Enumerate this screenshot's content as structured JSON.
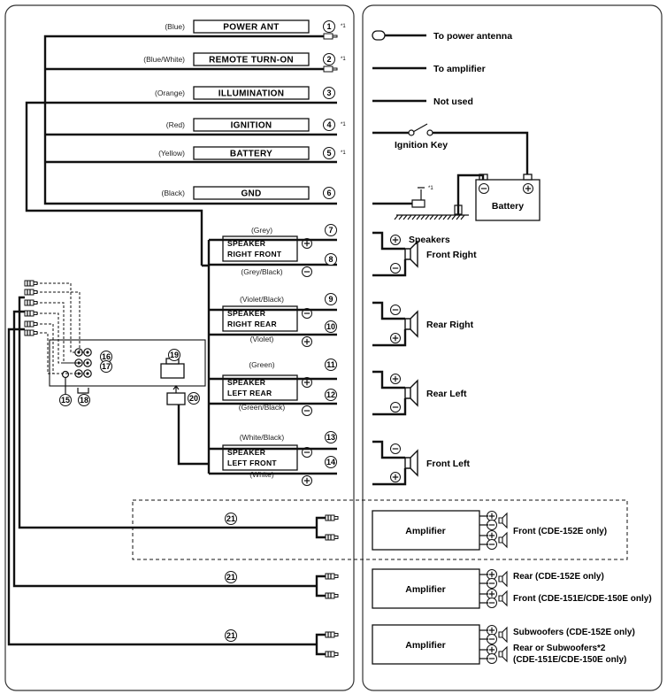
{
  "connectors": [
    {
      "n": "1",
      "color": "(Blue)",
      "label": "POWER ANT",
      "note": "*1"
    },
    {
      "n": "2",
      "color": "(Blue/White)",
      "label": "REMOTE TURN-ON",
      "note": "*1"
    },
    {
      "n": "3",
      "color": "(Orange)",
      "label": "ILLUMINATION",
      "note": ""
    },
    {
      "n": "4",
      "color": "(Red)",
      "label": "IGNITION",
      "note": "*1"
    },
    {
      "n": "5",
      "color": "(Yellow)",
      "label": "BATTERY",
      "note": "*1"
    },
    {
      "n": "6",
      "color": "(Black)",
      "label": "GND",
      "note": ""
    }
  ],
  "speakers": [
    {
      "box": [
        "SPEAKER",
        "RIGHT FRONT"
      ],
      "top_color": "(Grey)",
      "bottom_color": "(Grey/Black)",
      "top_n": "7",
      "bottom_n": "8",
      "target": "Front Right"
    },
    {
      "box": [
        "SPEAKER",
        "RIGHT REAR"
      ],
      "top_color": "(Violet/Black)",
      "bottom_color": "(Violet)",
      "top_n": "9",
      "bottom_n": "10",
      "target": "Rear Right"
    },
    {
      "box": [
        "SPEAKER",
        "LEFT REAR"
      ],
      "top_color": "(Green)",
      "bottom_color": "(Green/Black)",
      "top_n": "11",
      "bottom_n": "12",
      "target": "Rear Left"
    },
    {
      "box": [
        "SPEAKER",
        "LEFT FRONT"
      ],
      "top_color": "(White/Black)",
      "bottom_color": "(White)",
      "top_n": "13",
      "bottom_n": "14",
      "target": "Front Left"
    }
  ],
  "legend": {
    "antenna": "To power antenna",
    "amplifier": "To amplifier",
    "not_used": "Not used",
    "ignition_key": "Ignition Key",
    "battery": "Battery",
    "speakers": "Speakers",
    "gnd_note": "*1"
  },
  "unit_labels": [
    "15",
    "16",
    "17",
    "18",
    "19",
    "20"
  ],
  "rca_label": "21",
  "amplifiers": [
    {
      "label": "Amplifier",
      "outputs": [
        "Front (CDE-152E only)"
      ]
    },
    {
      "label": "Amplifier",
      "outputs": [
        "Rear (CDE-152E only)",
        "Front (CDE-151E/CDE-150E only)"
      ]
    },
    {
      "label": "Amplifier",
      "outputs": [
        "Subwoofers (CDE-152E only)",
        "Rear or Subwoofers*2",
        "(CDE-151E/CDE-150E only)"
      ]
    }
  ]
}
